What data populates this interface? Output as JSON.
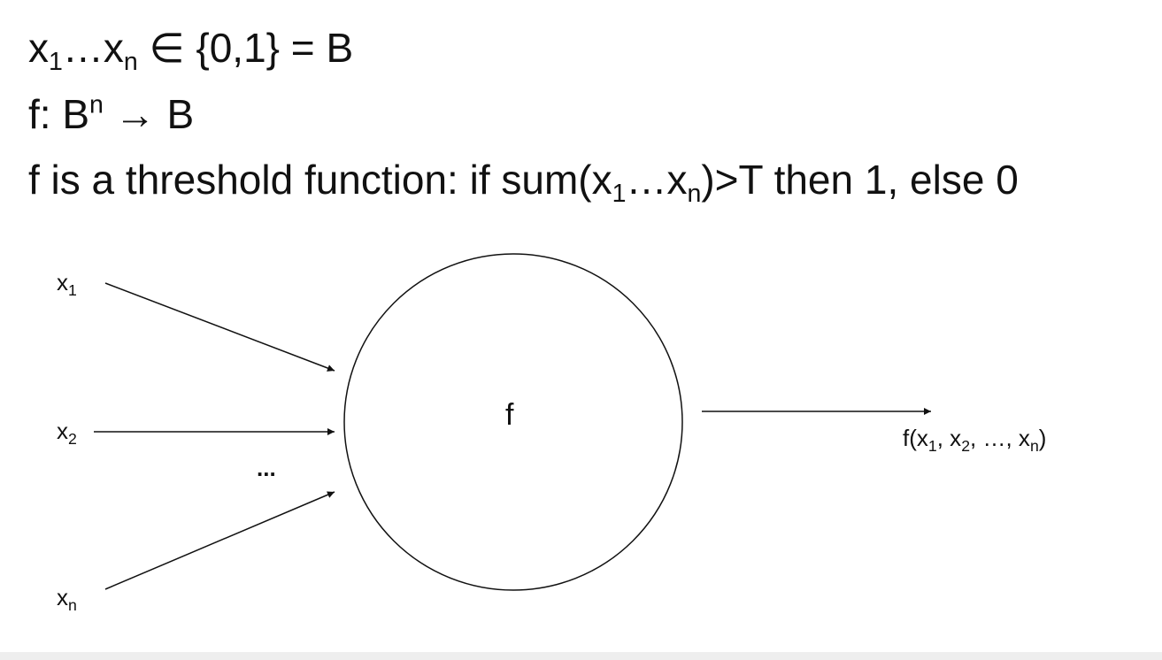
{
  "statements": {
    "line1": {
      "a": "x",
      "s1": "1",
      "b": "…x",
      "s2": "n",
      "c": " ∈ {0,1} = B"
    },
    "line2": {
      "a": "f: B",
      "sup": "n",
      "b": " → B"
    },
    "line3": {
      "a": "f is a threshold function: if sum(x",
      "s1": "1",
      "b": "…x",
      "s2": "n",
      "c": ")>T then 1, else 0"
    }
  },
  "diagram": {
    "inputs": [
      {
        "base": "x",
        "sub": "1"
      },
      {
        "base": "x",
        "sub": "2"
      },
      {
        "base": "x",
        "sub": "n"
      }
    ],
    "ellipsis": "...",
    "node_label": "f",
    "output": {
      "pre": "f(x",
      "s1": "1",
      "m1": ", x",
      "s2": "2",
      "m2": ", …, x",
      "s3": "n",
      "post": ")"
    },
    "colors": {
      "stroke": "#111111",
      "text": "#111111"
    }
  }
}
